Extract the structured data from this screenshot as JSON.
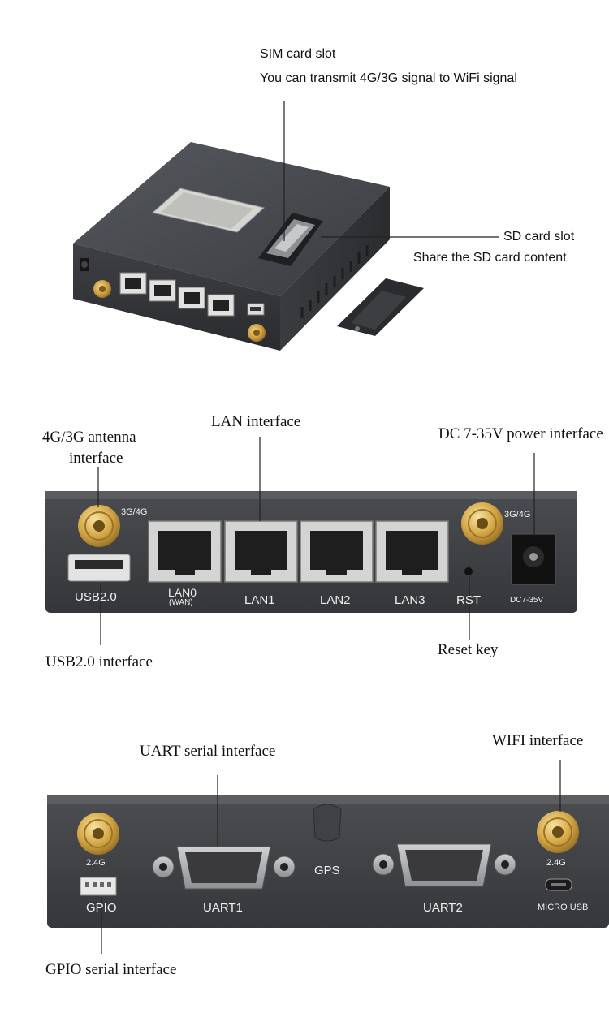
{
  "top_photo": {
    "sim_title": "SIM card slot",
    "sim_desc": "You can transmit 4G/3G signal to WiFi signal",
    "sd_title": "SD card slot",
    "sd_desc": "Share the SD card content"
  },
  "front_panel": {
    "antenna_callout_line1": "4G/3G antenna",
    "antenna_callout_line2": "interface",
    "lan_callout": "LAN interface",
    "power_callout": "DC 7-35V power interface",
    "usb_callout": "USB2.0 interface",
    "reset_callout": "Reset key",
    "ports": {
      "ant_left": "3G/4G",
      "ant_right": "3G/4G",
      "usb": "USB2.0",
      "lan0": "LAN0",
      "lan0_sub": "(WAN)",
      "lan1": "LAN1",
      "lan2": "LAN2",
      "lan3": "LAN3",
      "rst": "RST",
      "dc": "DC7-35V"
    }
  },
  "back_panel": {
    "uart_callout": "UART serial interface",
    "wifi_callout": "WIFI interface",
    "gpio_callout": "GPIO serial interface",
    "ports": {
      "ant_left": "2.4G",
      "ant_right": "2.4G",
      "gpio": "GPIO",
      "uart1": "UART1",
      "gps": "GPS",
      "uart2": "UART2",
      "micro_usb": "MICRO USB"
    }
  }
}
